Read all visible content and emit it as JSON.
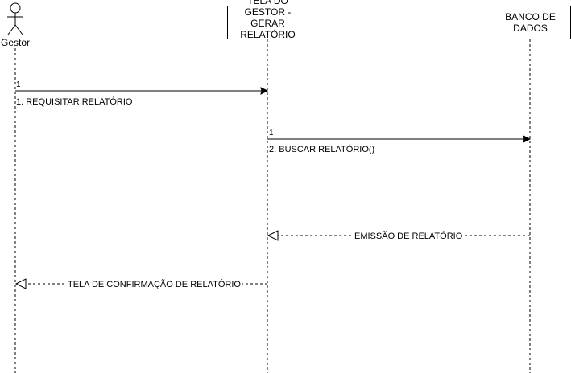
{
  "participants": {
    "actor": {
      "label": "Gestor"
    },
    "screen": {
      "label": "TELA DO GESTOR - GERAR RELATÓRIO"
    },
    "database": {
      "label": "BANCO DE DADOS"
    }
  },
  "messages": [
    {
      "seq": "1",
      "text": "1. REQUISITAR RELATÓRIO",
      "from": "Gestor",
      "to": "TELA DO GESTOR - GERAR RELATÓRIO",
      "style": "solid-filled"
    },
    {
      "seq": "1",
      "text": "2. BUSCAR RELATÓRIO()",
      "from": "TELA DO GESTOR - GERAR RELATÓRIO",
      "to": "BANCO DE DADOS",
      "style": "solid-filled"
    },
    {
      "text": "EMISSÃO DE RELATÓRIO",
      "from": "BANCO DE DADOS",
      "to": "TELA DO GESTOR - GERAR RELATÓRIO",
      "style": "dashed-open"
    },
    {
      "text": "TELA DE CONFIRMAÇÃO DE RELATÓRIO",
      "from": "TELA DO GESTOR - GERAR RELATÓRIO",
      "to": "Gestor",
      "style": "dashed-open"
    }
  ]
}
